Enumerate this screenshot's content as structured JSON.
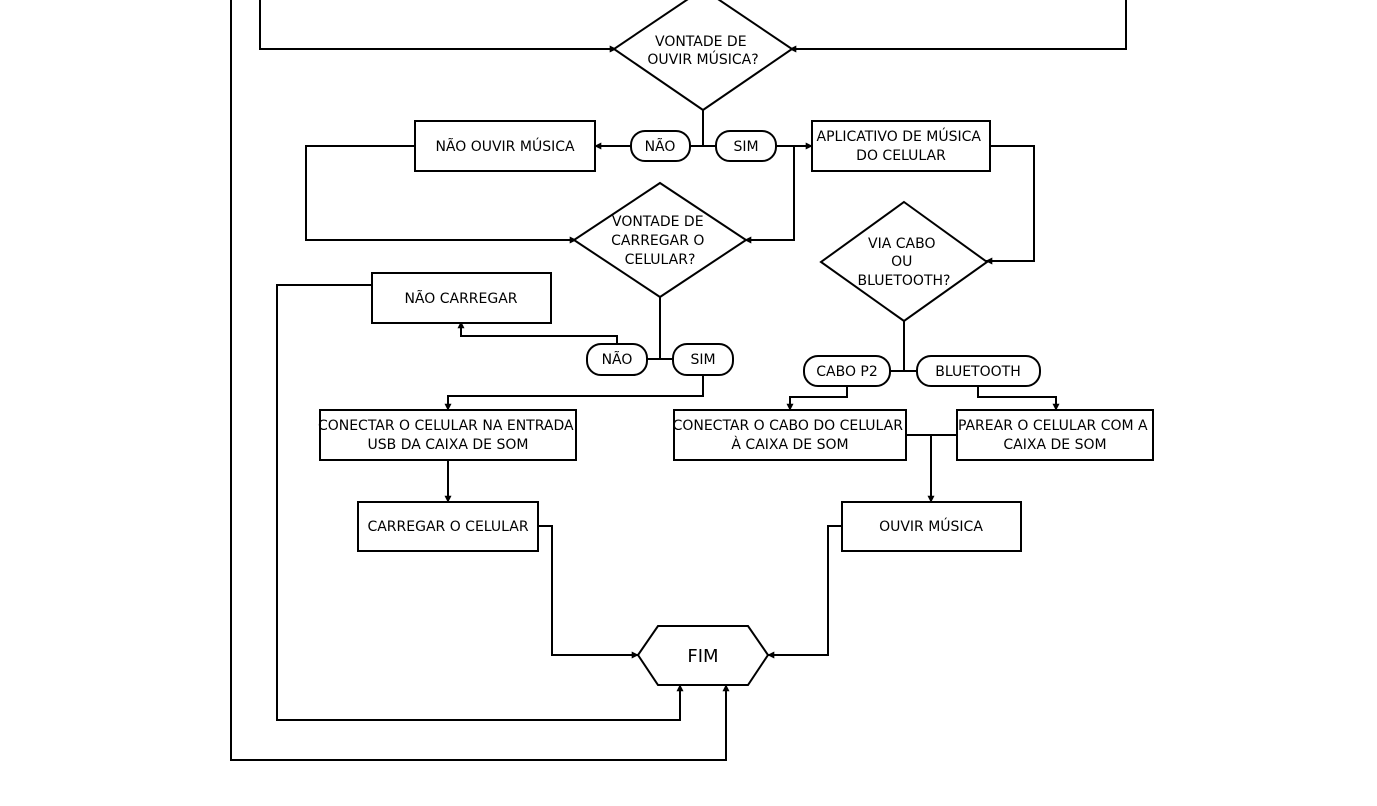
{
  "decisions": {
    "music": [
      "VONTADE DE",
      "OUVIR MÚSICA?"
    ],
    "charge": [
      "VONTADE DE",
      "CARREGAR O",
      "CELULAR?"
    ],
    "connection": [
      "VIA CABO",
      "OU",
      "BLUETOOTH?"
    ]
  },
  "processes": {
    "no_music": [
      "NÃO OUVIR MÚSICA"
    ],
    "music_app": [
      "APLICATIVO DE MÚSICA",
      "DO CELULAR"
    ],
    "no_charge": [
      "NÃO CARREGAR"
    ],
    "connect_usb": [
      "CONECTAR O CELULAR NA ENTRADA",
      "USB DA CAIXA DE SOM"
    ],
    "charge_phone": [
      "CARREGAR O CELULAR"
    ],
    "connect_cable": [
      "CONECTAR O CABO DO CELULAR",
      "À CAIXA DE SOM"
    ],
    "pair_bt": [
      "PAREAR O CELULAR COM A",
      "CAIXA DE SOM"
    ],
    "listen": [
      "OUVIR MÚSICA"
    ]
  },
  "branches": {
    "music_no": "NÃO",
    "music_yes": "SIM",
    "charge_no": "NÃO",
    "charge_yes": "SIM",
    "cable": "CABO P2",
    "bluetooth": "BLUETOOTH"
  },
  "terminal": {
    "end": "FIM"
  }
}
